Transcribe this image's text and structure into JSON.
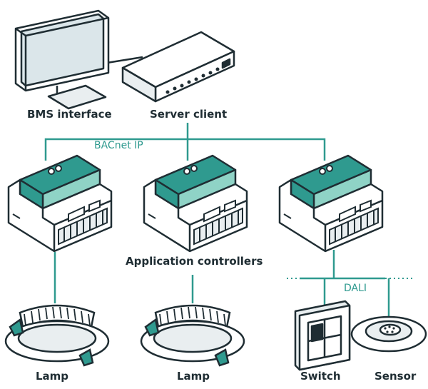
{
  "labels": {
    "bms_interface": "BMS interface",
    "server_client": "Server client",
    "application_controllers": "Application controllers",
    "lamp_left": "Lamp",
    "lamp_middle": "Lamp",
    "switch": "Switch",
    "sensor": "Sensor"
  },
  "networks": {
    "bacnet": "BACnet IP",
    "dali": "DALI"
  },
  "colors": {
    "outline": "#1f2d33",
    "accent": "#2f9a8f",
    "accent_light": "#8fd3c6",
    "screen": "#dbe6ea",
    "body": "#ffffff",
    "shade": "#e9eef0"
  },
  "icons": {
    "monitor": "monitor-icon",
    "server": "server-icon",
    "controller": "controller-icon",
    "lamp": "downlight-icon",
    "switch": "wall-switch-icon",
    "sensor": "ceiling-sensor-icon"
  }
}
